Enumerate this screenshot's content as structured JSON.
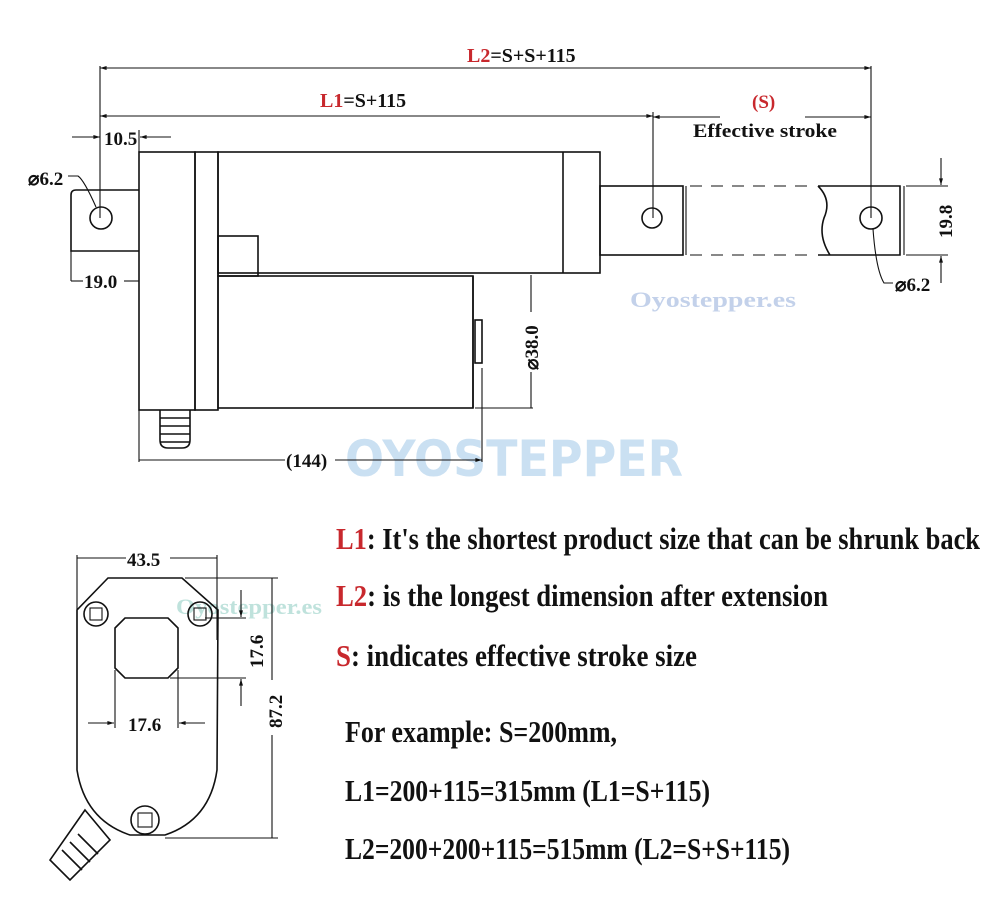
{
  "drawing": {
    "l2_label_prefix": "L2",
    "l2_label_suffix": "=S+S+115",
    "l1_label_prefix": "L1",
    "l1_label_suffix": "=S+115",
    "stroke_symbol": "(S)",
    "stroke_label": "Effective stroke",
    "dim_10_5": "10.5",
    "dim_hole_left": "⌀6.2",
    "dim_19_0": "19.0",
    "dim_144": "(144)",
    "dim_38_0": "⌀38.0",
    "dim_19_8": "19.8",
    "dim_hole_right": "⌀6.2",
    "end_width": "43.5",
    "end_square_h": "17.6",
    "end_square_w": "17.6",
    "end_height": "87.2"
  },
  "watermarks": {
    "site": "Oyostepper.es",
    "brand": "OYOSTEPPER",
    "site_small": "Oyostepper.es"
  },
  "notes": [
    {
      "key": "L1",
      "text": ": It's the shortest product size that can be shrunk back"
    },
    {
      "key": "L2",
      "text": ": is the longest dimension after extension"
    },
    {
      "key": "S",
      "text": ": indicates effective stroke size"
    }
  ],
  "example": {
    "line1": "For example: S=200mm,",
    "line2": "L1=200+115=315mm (L1=S+115)",
    "line3": "L2=200+200+115=515mm (L2=S+S+115)"
  },
  "colors": {
    "accent_red": "#c8282d",
    "watermark_blue": "#c3d1ea"
  }
}
